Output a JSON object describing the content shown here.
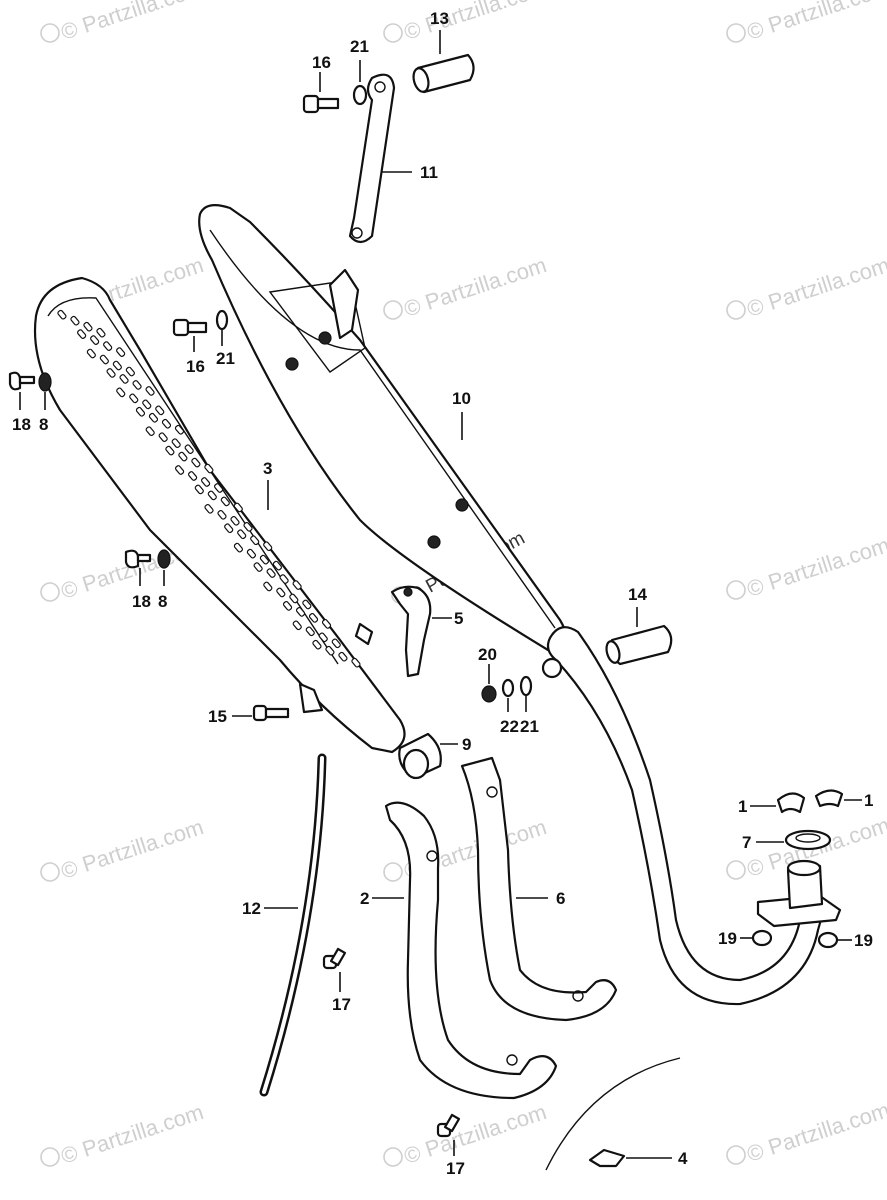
{
  "watermark": "© Partzilla.com",
  "labels": {
    "p1a": "1",
    "p1b": "1",
    "p2": "2",
    "p3": "3",
    "p4": "4",
    "p5": "5",
    "p6": "6",
    "p7": "7",
    "p8a": "8",
    "p8b": "8",
    "p9": "9",
    "p10": "10",
    "p11": "11",
    "p12": "12",
    "p13": "13",
    "p14": "14",
    "p15": "15",
    "p16a": "16",
    "p16b": "16",
    "p17a": "17",
    "p17b": "17",
    "p18a": "18",
    "p18b": "18",
    "p19a": "19",
    "p19b": "19",
    "p20": "20",
    "p21a": "21",
    "p21b": "21",
    "p21c": "21",
    "p22": "22"
  }
}
